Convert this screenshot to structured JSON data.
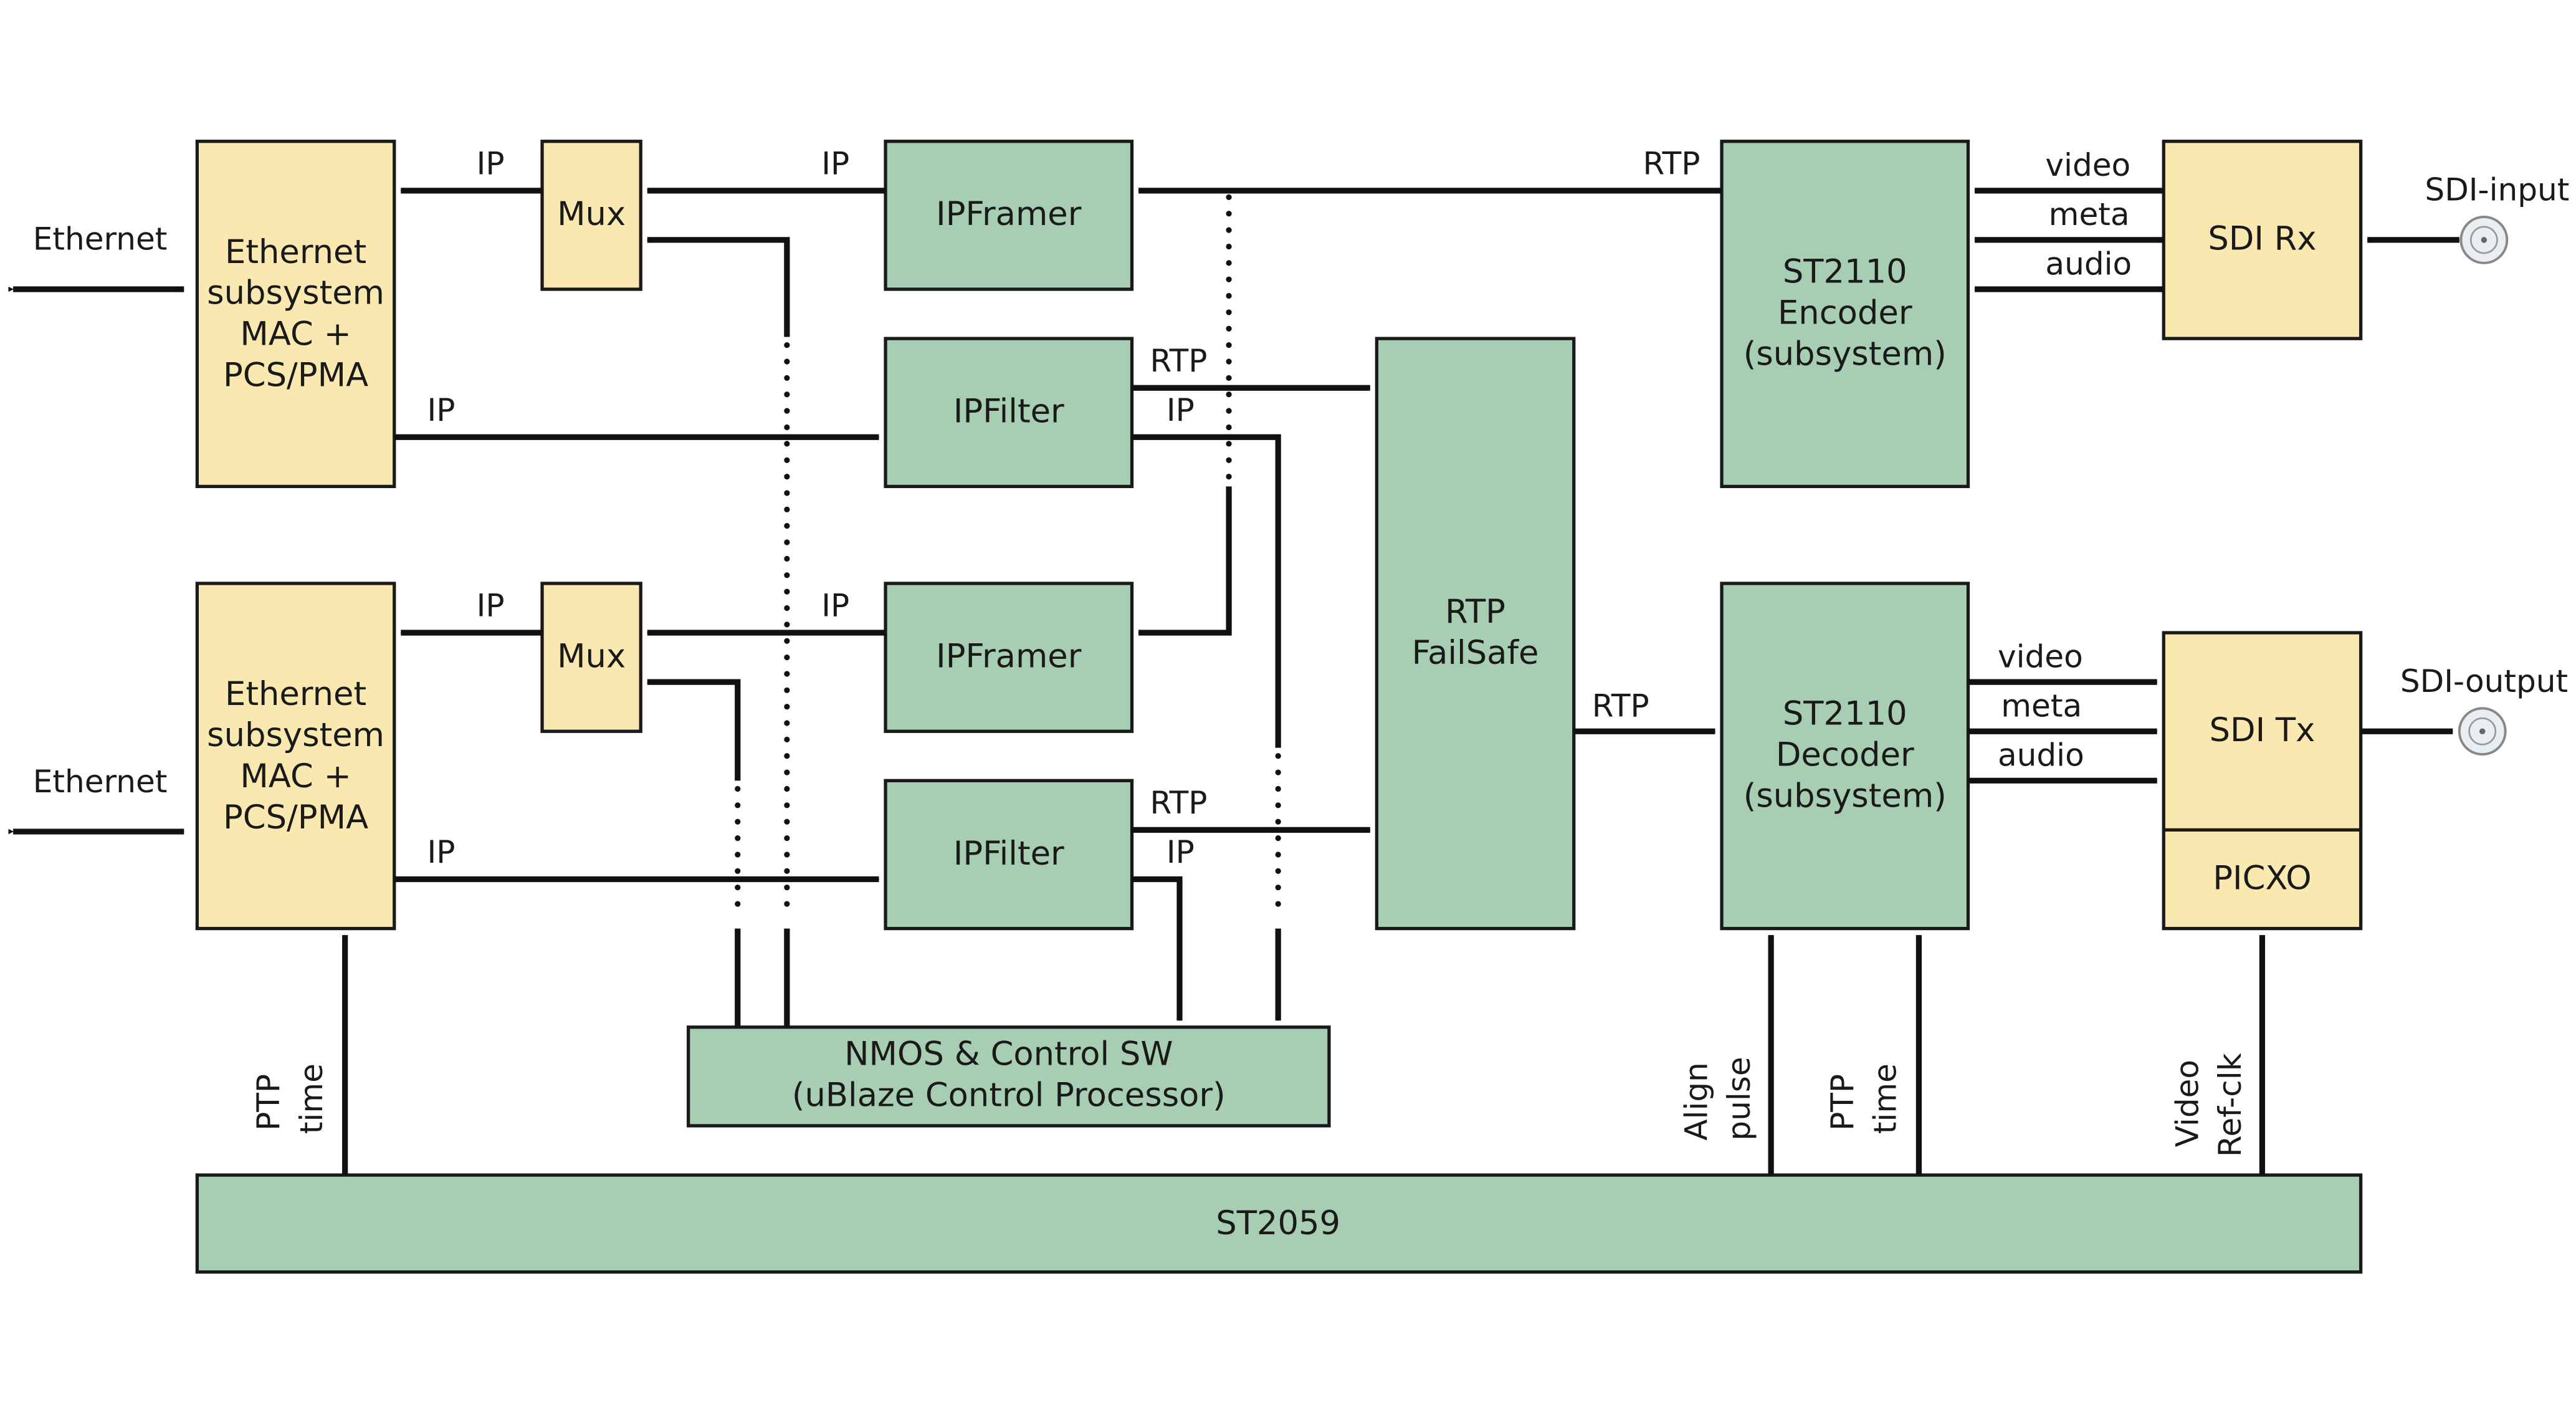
{
  "colors": {
    "memory_block": "#f9e9b1",
    "logic_block": "#a7cdb3",
    "line": "#111111"
  },
  "blocks": {
    "eth1": [
      "Ethernet",
      "subsystem",
      "MAC +",
      "PCS/PMA"
    ],
    "eth2": [
      "Ethernet",
      "subsystem",
      "MAC +",
      "PCS/PMA"
    ],
    "mux1": "Mux",
    "mux2": "Mux",
    "ipframer1": "IPFramer",
    "ipframer2": "IPFramer",
    "ipfilter1": "IPFilter",
    "ipfilter2": "IPFilter",
    "failsafe": [
      "RTP",
      "FailSafe"
    ],
    "encoder": [
      "ST2110",
      "Encoder",
      "(subsystem)"
    ],
    "decoder": [
      "ST2110",
      "Decoder",
      "(subsystem)"
    ],
    "sdirx": "SDI Rx",
    "sditx": "SDI Tx",
    "picxo": "PICXO",
    "nmos": [
      "NMOS  &  Control SW",
      "(uBlaze  Control Processor)"
    ],
    "st2059": "ST2059"
  },
  "labels": {
    "ethernet_top": "Ethernet",
    "ethernet_bottom": "Ethernet",
    "sdi_input": "SDI-input",
    "sdi_output": "SDI-output",
    "ip": "IP",
    "rtp": "RTP",
    "video": "video",
    "meta": "meta",
    "audio": "audio",
    "ptp_time": [
      "PTP",
      "time"
    ],
    "align_pulse": [
      "Align",
      "pulse"
    ],
    "video_refclk": [
      "Video",
      "Ref-clk"
    ]
  }
}
